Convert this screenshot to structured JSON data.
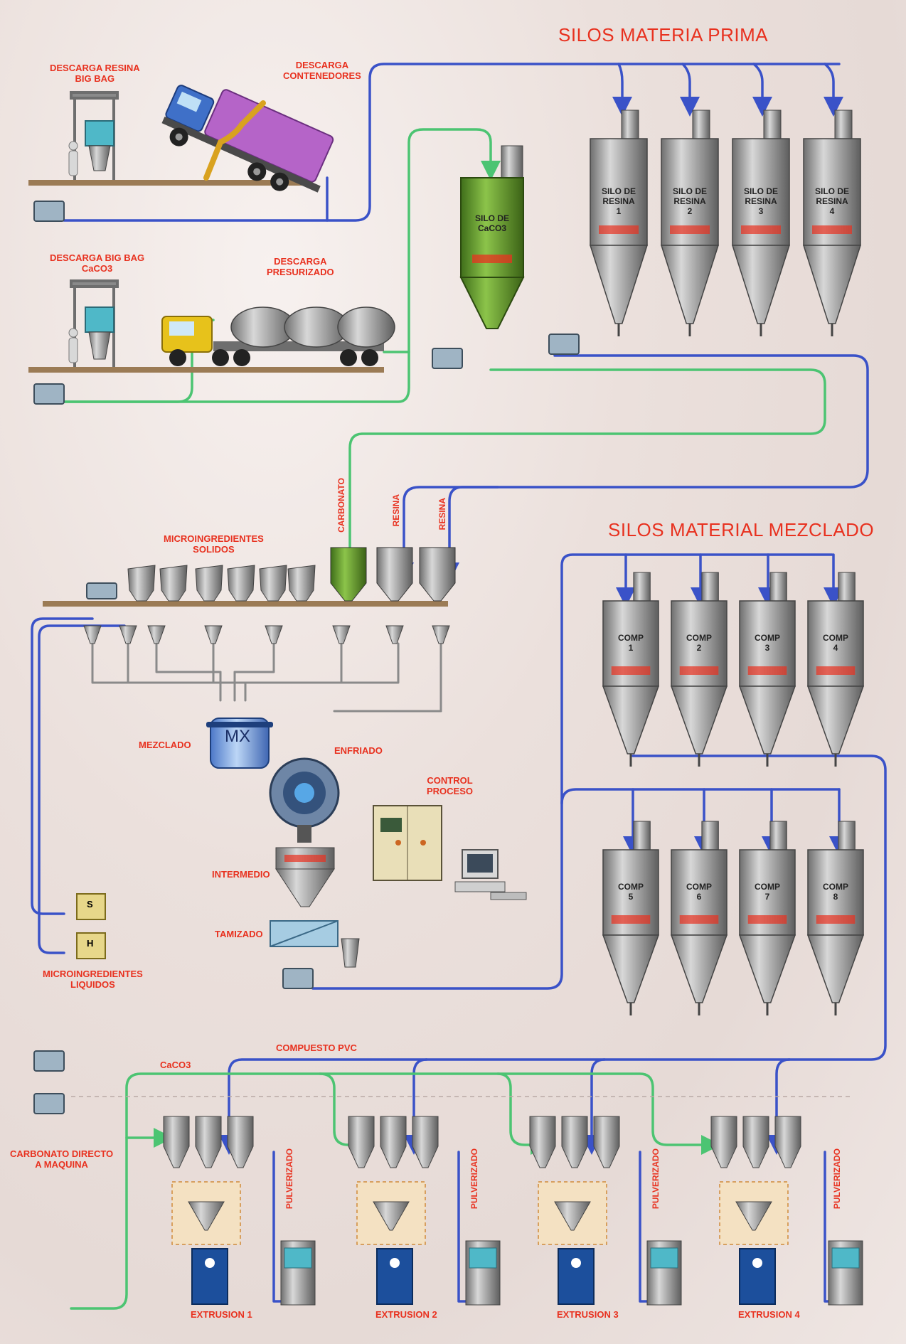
{
  "headings": {
    "raw": "SILOS MATERIA PRIMA",
    "mixed": "SILOS MATERIAL MEZCLADO"
  },
  "labels": {
    "descarga_resina": "DESCARGA RESINA\nBIG BAG",
    "descarga_contenedores": "DESCARGA\nCONTENEDORES",
    "descarga_caco3": "DESCARGA BIG BAG\nCaCO3",
    "descarga_presurizado": "DESCARGA\nPRESURIZADO",
    "micro_solidos": "MICROINGREDIENTES\nSOLIDOS",
    "micro_liquidos": "MICROINGREDIENTES\nLIQUIDOS",
    "mezclado": "MEZCLADO",
    "enfriado": "ENFRIADO",
    "control": "CONTROL\nPROCESO",
    "intermedio": "INTERMEDIO",
    "tamizado": "TAMIZADO",
    "compuesto": "COMPUESTO PVC",
    "caco3": "CaCO3",
    "carbonato_directo": "CARBONATO DIRECTO\nA MAQUINA",
    "carbonato": "CARBONATO",
    "resina_a": "RESINA",
    "resina_b": "RESINA",
    "mx": "MX"
  },
  "caco3_silo": "SILO DE\nCaCO3",
  "raw_silos": [
    {
      "name": "SILO DE\nRESINA\n1"
    },
    {
      "name": "SILO DE\nRESINA\n2"
    },
    {
      "name": "SILO DE\nRESINA\n3"
    },
    {
      "name": "SILO DE\nRESINA\n4"
    }
  ],
  "comp_silos": [
    {
      "name": "COMP\n1"
    },
    {
      "name": "COMP\n2"
    },
    {
      "name": "COMP\n3"
    },
    {
      "name": "COMP\n4"
    },
    {
      "name": "COMP\n5"
    },
    {
      "name": "COMP\n6"
    },
    {
      "name": "COMP\n7"
    },
    {
      "name": "COMP\n8"
    }
  ],
  "tanks": [
    "S",
    "H"
  ],
  "extruders": [
    {
      "name": "EXTRUSION 1",
      "pulv": "PULVERIZADO"
    },
    {
      "name": "EXTRUSION 2",
      "pulv": "PULVERIZADO"
    },
    {
      "name": "EXTRUSION 3",
      "pulv": "PULVERIZADO"
    },
    {
      "name": "EXTRUSION 4",
      "pulv": "PULVERIZADO"
    }
  ],
  "colors": {
    "blue_line": "#3a52c8",
    "green_line": "#4cc472",
    "grey_line": "#8a8a8a",
    "red": "#e8311f",
    "silo": "#9a9a9a",
    "caco3_silo": "#5b8f2a",
    "truck": "#b564c8"
  }
}
